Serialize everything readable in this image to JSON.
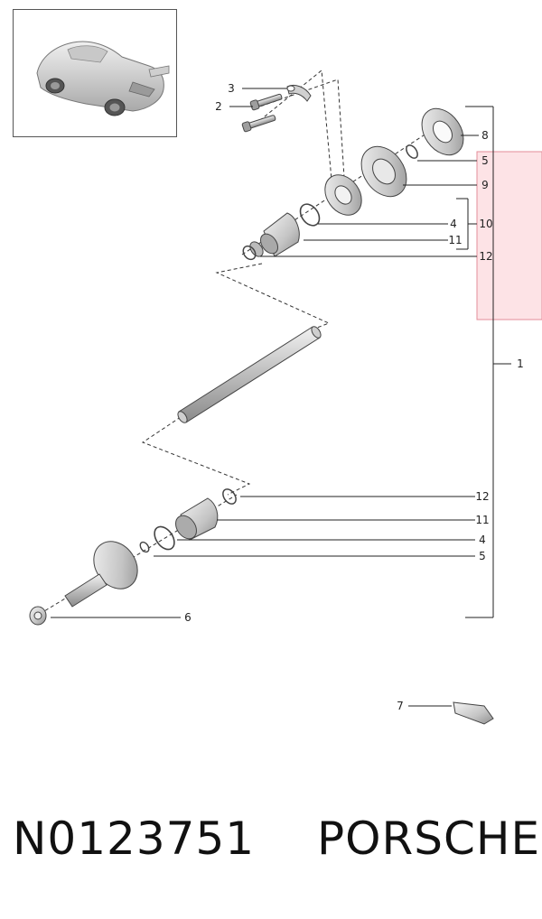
{
  "callouts": {
    "c1": "1",
    "c2": "2",
    "c3": "3",
    "c4a": "4",
    "c4b": "4",
    "c5a": "5",
    "c5b": "5",
    "c6": "6",
    "c7": "7",
    "c8": "8",
    "c9": "9",
    "c10": "10",
    "c11a": "11",
    "c11b": "11",
    "c12a": "12",
    "c12b": "12"
  },
  "footer": {
    "part_number": "N0123751",
    "brand": "PORSCHE"
  },
  "colors": {
    "highlight_fill": "#fde3e6",
    "highlight_stroke": "#e48c9a",
    "part_light": "#e6e6e6",
    "part_mid": "#bdbdbd",
    "part_dark": "#8a8a8a"
  }
}
